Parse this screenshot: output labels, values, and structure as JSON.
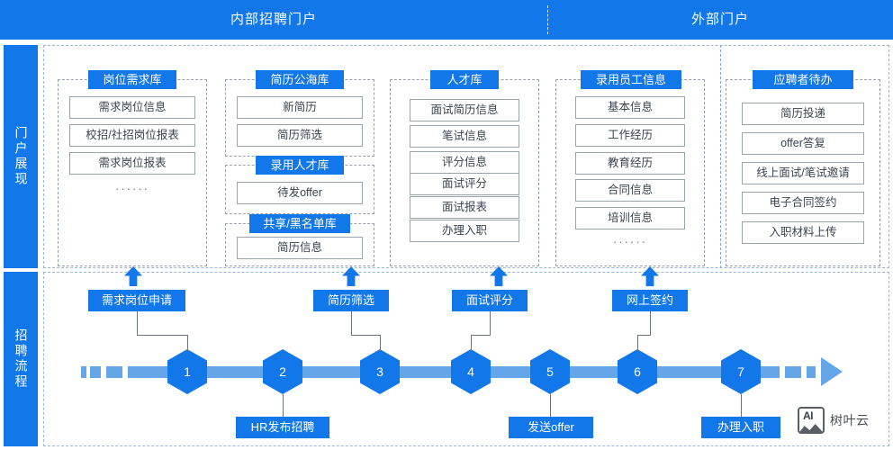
{
  "header": {
    "left_title": "内部招聘门户",
    "right_title": "外部门户"
  },
  "rails": {
    "portal": "门户展现",
    "flow": "招聘流程"
  },
  "colors": {
    "brand_blue": "#1277e8",
    "timeline_blue": "#65a6e8",
    "dashed_gray": "#9aa3ad",
    "region_dash": "#9bb7d4"
  },
  "portal": {
    "groups": [
      {
        "title": "岗位需求库",
        "items": [
          "需求岗位信息",
          "校招/社招岗位报表",
          "需求岗位报表"
        ],
        "ellipsis": "······"
      },
      {
        "title": "简历公海库",
        "items": [
          "新简历",
          "简历筛选"
        ],
        "ellipsis": ""
      },
      {
        "title": "录用人才库",
        "items": [
          "待发offer"
        ],
        "ellipsis": ""
      },
      {
        "title": "共享/黑名单库",
        "items": [
          "简历信息"
        ],
        "ellipsis": ""
      },
      {
        "title": "人才库",
        "items": [
          "面试简历信息",
          "笔试信息",
          "评分信息",
          "面试评分",
          "面试报表",
          "办理入职"
        ],
        "ellipsis": ""
      },
      {
        "title": "录用员工信息",
        "items": [
          "基本信息",
          "工作经历",
          "教育经历",
          "合同信息",
          "培训信息"
        ],
        "ellipsis": "······"
      },
      {
        "title": "应聘者待办",
        "items": [
          "简历投递",
          "offer答复",
          "线上面试/笔试邀请",
          "电子合同签约",
          "入职材料上传"
        ],
        "ellipsis": ""
      }
    ]
  },
  "flow": {
    "steps": [
      "1",
      "2",
      "3",
      "4",
      "5",
      "6",
      "7"
    ],
    "labels_above": [
      "需求岗位申请",
      "简历筛选",
      "面试评分",
      "网上签约"
    ],
    "labels_below": [
      "HR发布招聘",
      "发送offer",
      "办理入职"
    ]
  },
  "watermark": {
    "icon_text": "AI",
    "label": "树叶云"
  }
}
